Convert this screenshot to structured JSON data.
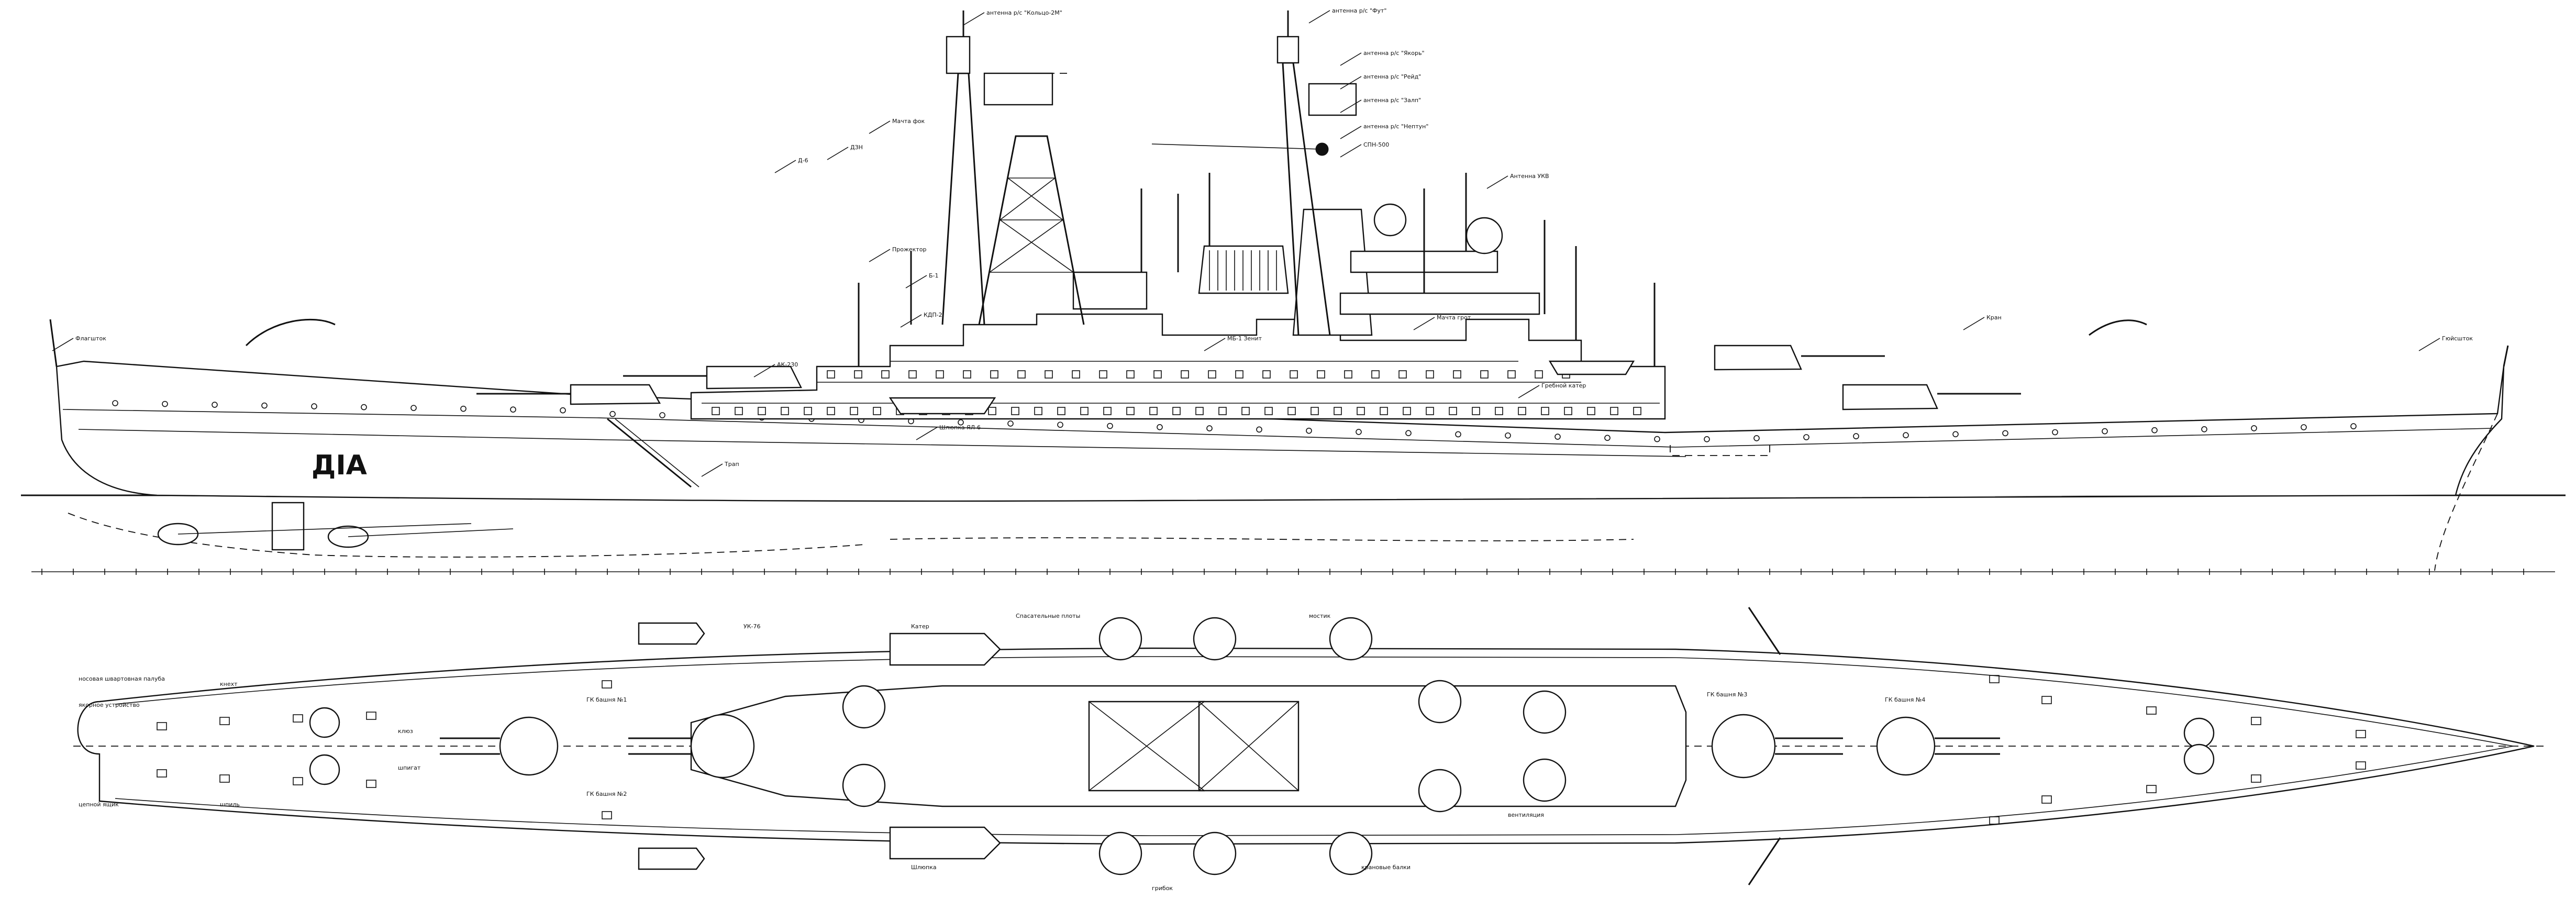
{
  "drawing": {
    "hull_marking": "ДІА",
    "side_view_annotations": [
      "антенна р/с \"Кольцо-2М\"",
      "антенна р/с \"Фут\"",
      "антенна р/с \"Якорь\"",
      "антенна р/с \"Рейд\"",
      "антенна р/с \"Залп\"",
      "антенна р/с \"Нептун\"",
      "СПН-500",
      "ДЗН",
      "Д-6",
      "Б-1",
      "АК-230",
      "КДП-2",
      "Прожектор",
      "МБ-1 Зенит",
      "Антенна УКВ",
      "Шлюпка ЯЛ-6",
      "Гребной катер",
      "Трап",
      "Флагшток",
      "Гюйсшток",
      "Кран",
      "Мачта фок",
      "Мачта грот"
    ],
    "plan_view_annotations": [
      "носовая швартовная палуба",
      "якорное устройство",
      "цепной ящик",
      "кнехт",
      "шпиль",
      "клюз",
      "шпигат",
      "ГК башня №1",
      "ГК башня №2",
      "ГК башня №3",
      "ГК башня №4",
      "УК-76",
      "Катер",
      "Шлюпка",
      "Спасательные плоты",
      "крановые балки",
      "вентиляция",
      "грибок",
      "мостик"
    ]
  }
}
